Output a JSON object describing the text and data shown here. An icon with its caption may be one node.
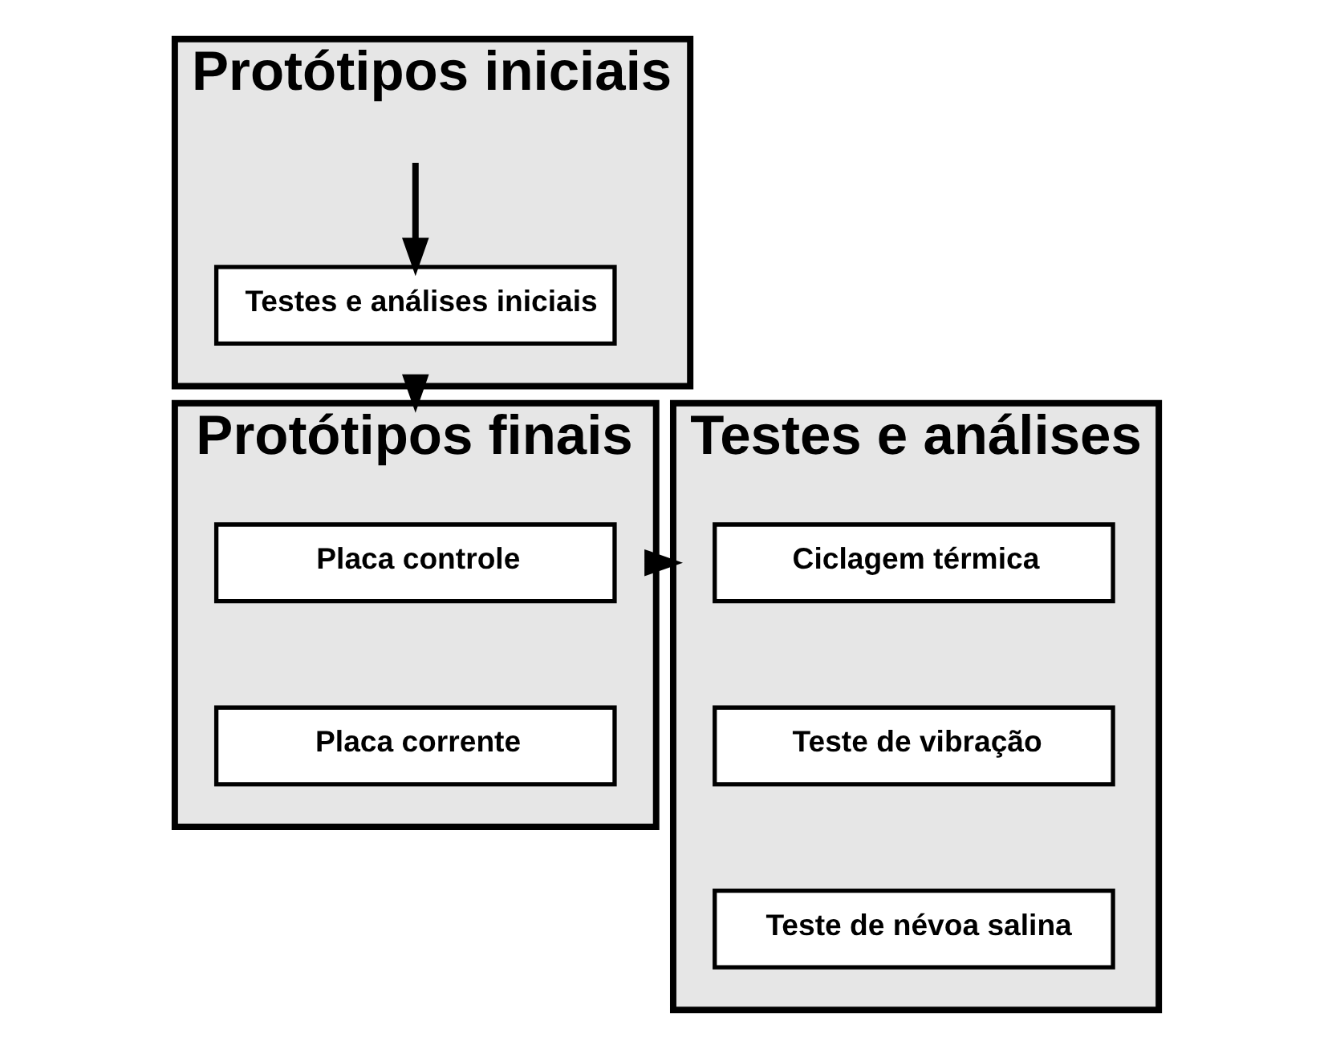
{
  "diagram": {
    "nodes": [
      {
        "text": [
          "Protótipos iniciais"
        ]
      },
      {
        "text": [
          "Testes e análises iniciais"
        ],
        "in": 0
      },
      {
        "text": [
          "Protótipos finais"
        ]
      },
      {
        "text": [
          "Placa controle"
        ],
        "in": 2
      },
      {
        "text": [
          "Placa corrente"
        ],
        "in": 2
      },
      {
        "text": [
          "Testes e análises"
        ]
      },
      {
        "text": [
          "Ciclagem térmica"
        ],
        "in": 5
      },
      {
        "text": [
          "Teste de vibração"
        ],
        "in": 5
      },
      {
        "text": [
          "Teste de névoa salina"
        ],
        "in": 5
      }
    ],
    "edges": [
      {
        "from": null,
        "to": 1,
        "arrow": "to"
      },
      {
        "from": 0,
        "to": 2,
        "arrow": "to"
      },
      {
        "from": 2,
        "to": 5,
        "arrow": "to"
      }
    ]
  }
}
